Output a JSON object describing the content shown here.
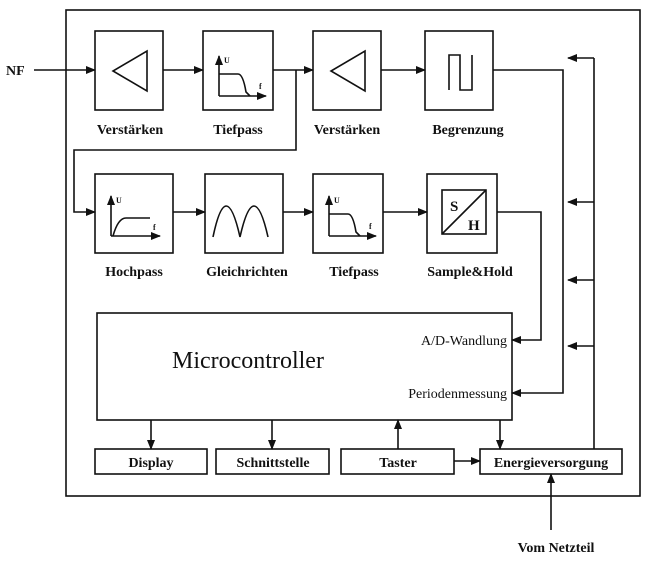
{
  "input_label": "NF",
  "row1": {
    "amp1": "Verstärken",
    "lowpass1": "Tiefpass",
    "amp2": "Verstärken",
    "limiter": "Begrenzung"
  },
  "row2": {
    "highpass": "Hochpass",
    "rectifier": "Gleichrichten",
    "lowpass2": "Tiefpass",
    "sample_hold": "Sample&Hold"
  },
  "icons": {
    "axis_u": "U",
    "axis_f": "f",
    "sh_s": "S",
    "sh_h": "H"
  },
  "microcontroller": {
    "title": "Microcontroller",
    "adc_port": "A/D-Wandlung",
    "period_port": "Periodenmessung"
  },
  "bottom": {
    "display": "Display",
    "interface": "Schnittstelle",
    "button": "Taster",
    "power": "Energieversorgung"
  },
  "supply_label": "Vom Netzteil"
}
